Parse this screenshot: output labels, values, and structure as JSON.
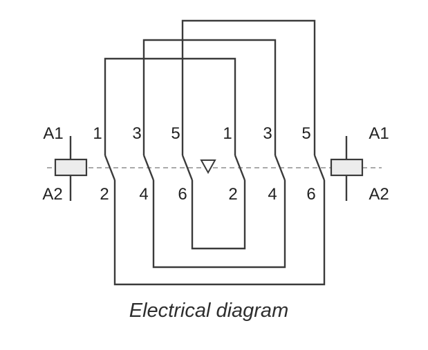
{
  "diagram": {
    "caption": "Electrical diagram",
    "left_coil": {
      "top_label": "A1",
      "bottom_label": "A2"
    },
    "right_coil": {
      "top_label": "A1",
      "bottom_label": "A2"
    },
    "left_contactor": {
      "top_terminals": [
        "1",
        "3",
        "5"
      ],
      "bottom_terminals": [
        "2",
        "4",
        "6"
      ]
    },
    "right_contactor": {
      "top_terminals": [
        "1",
        "3",
        "5"
      ],
      "bottom_terminals": [
        "2",
        "4",
        "6"
      ]
    },
    "symbols": {
      "triangle": "interlock-triangle",
      "centerline": "mechanical-linkage-dashed-line",
      "coil": "contactor-coil"
    },
    "colors": {
      "line": "#3a3a3a",
      "dashed_line": "#a9a9a9",
      "coil_fill": "#ececec",
      "text": "#222222",
      "background": "#ffffff"
    }
  }
}
